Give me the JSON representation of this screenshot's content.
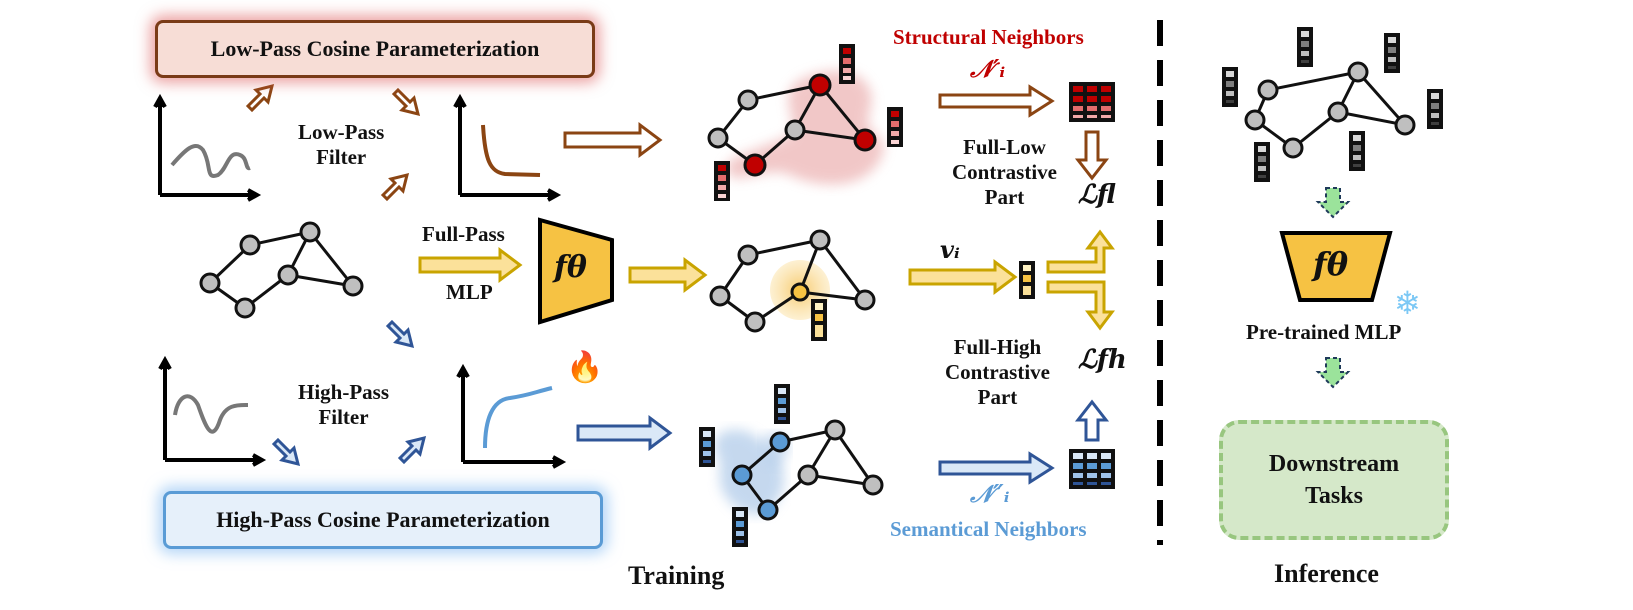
{
  "training": {
    "low_box": "Low-Pass Cosine  Parameterization",
    "high_box": "High-Pass Cosine Parameterization",
    "low_filter": [
      "Low-Pass",
      "Filter"
    ],
    "high_filter": [
      "High-Pass",
      "Filter"
    ],
    "full_pass": "Full-Pass",
    "mlp": "MLP",
    "f_theta": "fθ",
    "structural_neighbors": "Structural Neighbors",
    "semantical_neighbors": "Semantical Neighbors",
    "n_prime": "𝒩′ᵢ",
    "n_double_prime": "𝒩″ᵢ",
    "v_i": "vᵢ",
    "full_low": [
      "Full-Low",
      "Contrastive",
      "Part"
    ],
    "full_high": [
      "Full-High",
      "Contrastive",
      "Part"
    ],
    "loss_fl": "ℒfl",
    "loss_fh": "ℒfh",
    "title": "Training",
    "fire_icon": "🔥"
  },
  "inference": {
    "title": "Inference",
    "f_theta": "fθ",
    "pretrained": "Pre-trained MLP",
    "downstream": [
      "Downstream",
      "Tasks"
    ],
    "snow_icon": "❄"
  },
  "colors": {
    "low": "#8b4513",
    "low_fill": "#f7ddd6",
    "high": "#2f5597",
    "high_fill": "#dae8f7",
    "gold": "#c9a400",
    "gold_fill": "#fbe19a",
    "red_node": "#c00000",
    "blue_node": "#5b9bd5",
    "green": "#98c67f"
  }
}
